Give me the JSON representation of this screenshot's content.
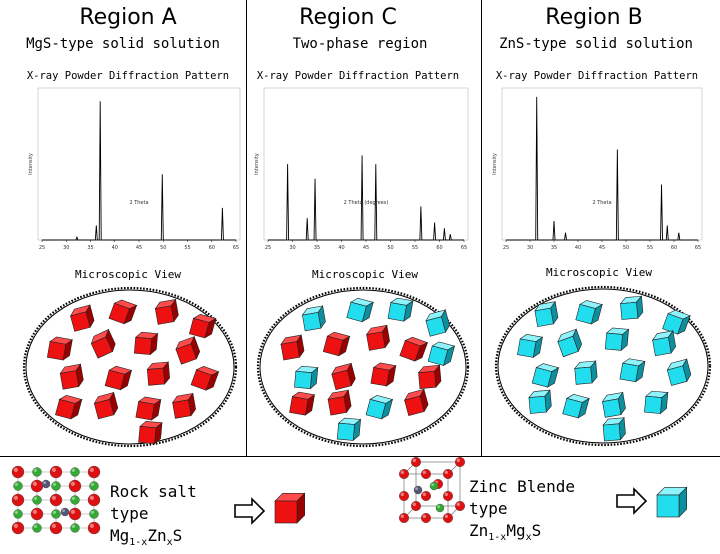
{
  "colors": {
    "rocksalt": "#ee1111",
    "zincblende": "#22ddee"
  },
  "regions": [
    {
      "title": "Region A",
      "subtitle": "MgS-type solid solution",
      "xrd_label": "X-ray Powder Diffraction Pattern",
      "micro_label": "Microscopic View",
      "y_axis": "Intensity",
      "x_axis": "2 Theta",
      "ticks": [
        "25",
        "30",
        "35",
        "40",
        "45",
        "50",
        "55",
        "60",
        "65"
      ]
    },
    {
      "title": "Region C",
      "subtitle": "Two-phase region",
      "xrd_label": "X-ray Powder Diffraction Pattern",
      "micro_label": "Microscopic View",
      "y_axis": "Intensity",
      "x_axis": "2 Theta (degrees)",
      "ticks": [
        "25",
        "30",
        "35",
        "40",
        "45",
        "50",
        "55",
        "60",
        "65"
      ]
    },
    {
      "title": "Region B",
      "subtitle": "ZnS-type solid solution",
      "xrd_label": "X-ray Powder Diffraction Pattern",
      "micro_label": "Microscopic View",
      "y_axis": "Intensity",
      "x_axis": "2 Theta",
      "ticks": [
        "25",
        "30",
        "35",
        "40",
        "45",
        "50",
        "55",
        "60",
        "65"
      ]
    }
  ],
  "legend": {
    "rocksalt": {
      "line1": "Rock salt type",
      "formula_a": "Mg",
      "formula_a_sub": "1-x",
      "formula_b": "Zn",
      "formula_b_sub": "x",
      "formula_c": "S"
    },
    "zincblende": {
      "line1": "Zinc Blende type",
      "formula_a": "Zn",
      "formula_a_sub": "1-x",
      "formula_b": "Mg",
      "formula_b_sub": "x",
      "formula_c": "S"
    }
  }
}
